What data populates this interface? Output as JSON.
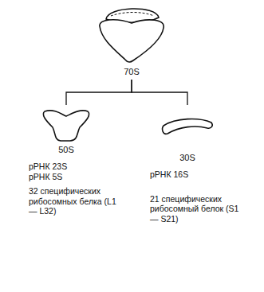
{
  "diagram": {
    "nodes": [
      {
        "text": [
          "70S"
        ]
      },
      {
        "text": [
          "50S",
          "рРНК 23S",
          "рРНК 5S",
          "32 специфических рибосомных белка (L1 — L32)"
        ]
      },
      {
        "text": [
          "30S",
          "рРНК 16S",
          "21 специфических рибосомный белок (S1 — S21)"
        ]
      }
    ],
    "edges": [
      {
        "from": 0,
        "to": 1,
        "arrow": "none"
      },
      {
        "from": 0,
        "to": 2,
        "arrow": "none"
      }
    ]
  }
}
